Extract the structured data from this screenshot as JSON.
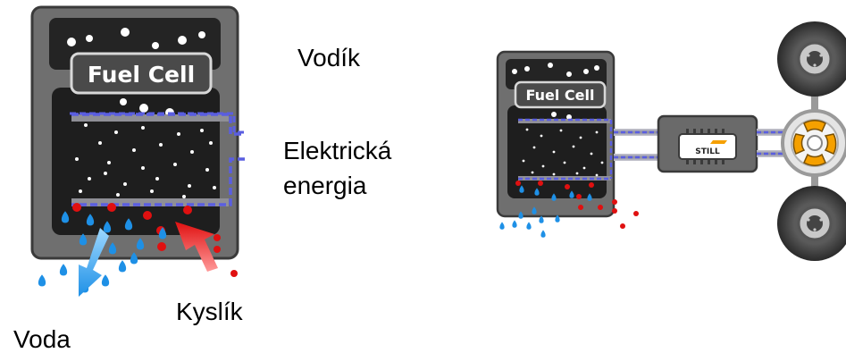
{
  "labels": {
    "hydrogen": "Vodík",
    "electric_line1": "Elektrická",
    "electric_line2": "energia",
    "oxygen": "Kyslík",
    "water": "Voda"
  },
  "fuel_cell_text": "Fuel Cell",
  "controller_brand": "STILL",
  "colors": {
    "cell_frame": "#6f6f6f",
    "cell_inner": "#222222",
    "wire": "#5a5ee0",
    "water": "#1e90e6",
    "oxygen": "#e01010",
    "hydrogen": "#ffffff",
    "brand_accent": "#f5a000"
  }
}
